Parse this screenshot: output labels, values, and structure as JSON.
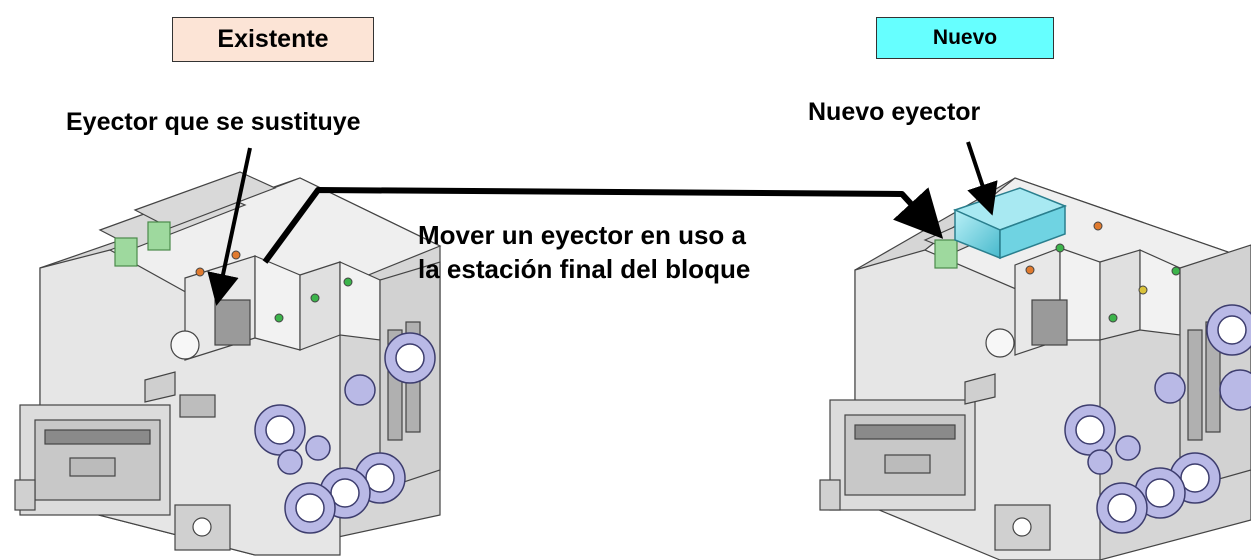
{
  "tags": {
    "existing": {
      "text": "Existente",
      "fill": "#fce4d6"
    },
    "new": {
      "text": "Nuevo",
      "fill": "#66ffff"
    }
  },
  "labels": {
    "replaced_ejector": "Eyector que se sustituye",
    "new_ejector": "Nuevo eyector",
    "move_line1": "Mover un eyector en uso a",
    "move_line2": "la estación final del bloque"
  },
  "colors": {
    "body": "#e3e3e3",
    "edge": "#444444",
    "fitting": "#b9b9e6",
    "led_green": "#3cb44b",
    "led_orange": "#e07a2e",
    "new_ejector": "#6fd3e2"
  }
}
